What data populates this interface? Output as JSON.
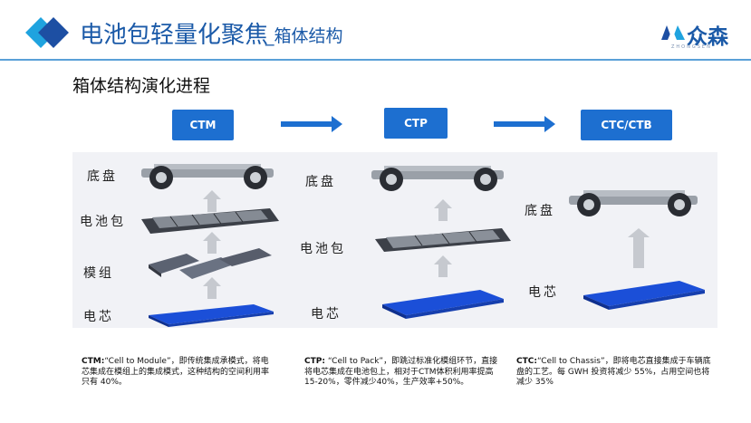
{
  "header": {
    "title_main": "电池包轻量化聚焦",
    "title_sub": "_箱体结构",
    "logo_text": "众森",
    "logo_sub": "ZHONGSEN"
  },
  "section_title": "箱体结构演化进程",
  "stages": [
    {
      "label": "CTM"
    },
    {
      "label": "CTP"
    },
    {
      "label": "CTC/CTB"
    }
  ],
  "diagram": {
    "ctm_labels": [
      "底盘",
      "电池包",
      "模组",
      "电芯"
    ],
    "ctp_labels": [
      "底盘",
      "电池包",
      "电芯"
    ],
    "ctc_labels": [
      "底盘",
      "电芯"
    ]
  },
  "captions": [
    {
      "term": "CTM:",
      "text": "“Cell to Module”，即传统集成承模式，将电芯集成在模组上的集成模式，这种结构的空间利用率只有 40%。"
    },
    {
      "term": "CTP:",
      "text": " “Cell to Pack”，即跳过标准化模组环节，直接将电芯集成在电池包上，相对于CTM体积利用率提高 15-20%，零件减少40%，生产效率+50%。"
    },
    {
      "term": "CTC:",
      "text": "“Cell to Chassis”，即将电芯直接集成于车辆底盘的工艺。每 GWH 投资将减少 55%，占用空间也将减少 35%"
    }
  ],
  "colors": {
    "brand_blue": "#1b5aa8",
    "stage_blue": "#1d6fd0",
    "cell_blue": "#1b4fd8"
  }
}
